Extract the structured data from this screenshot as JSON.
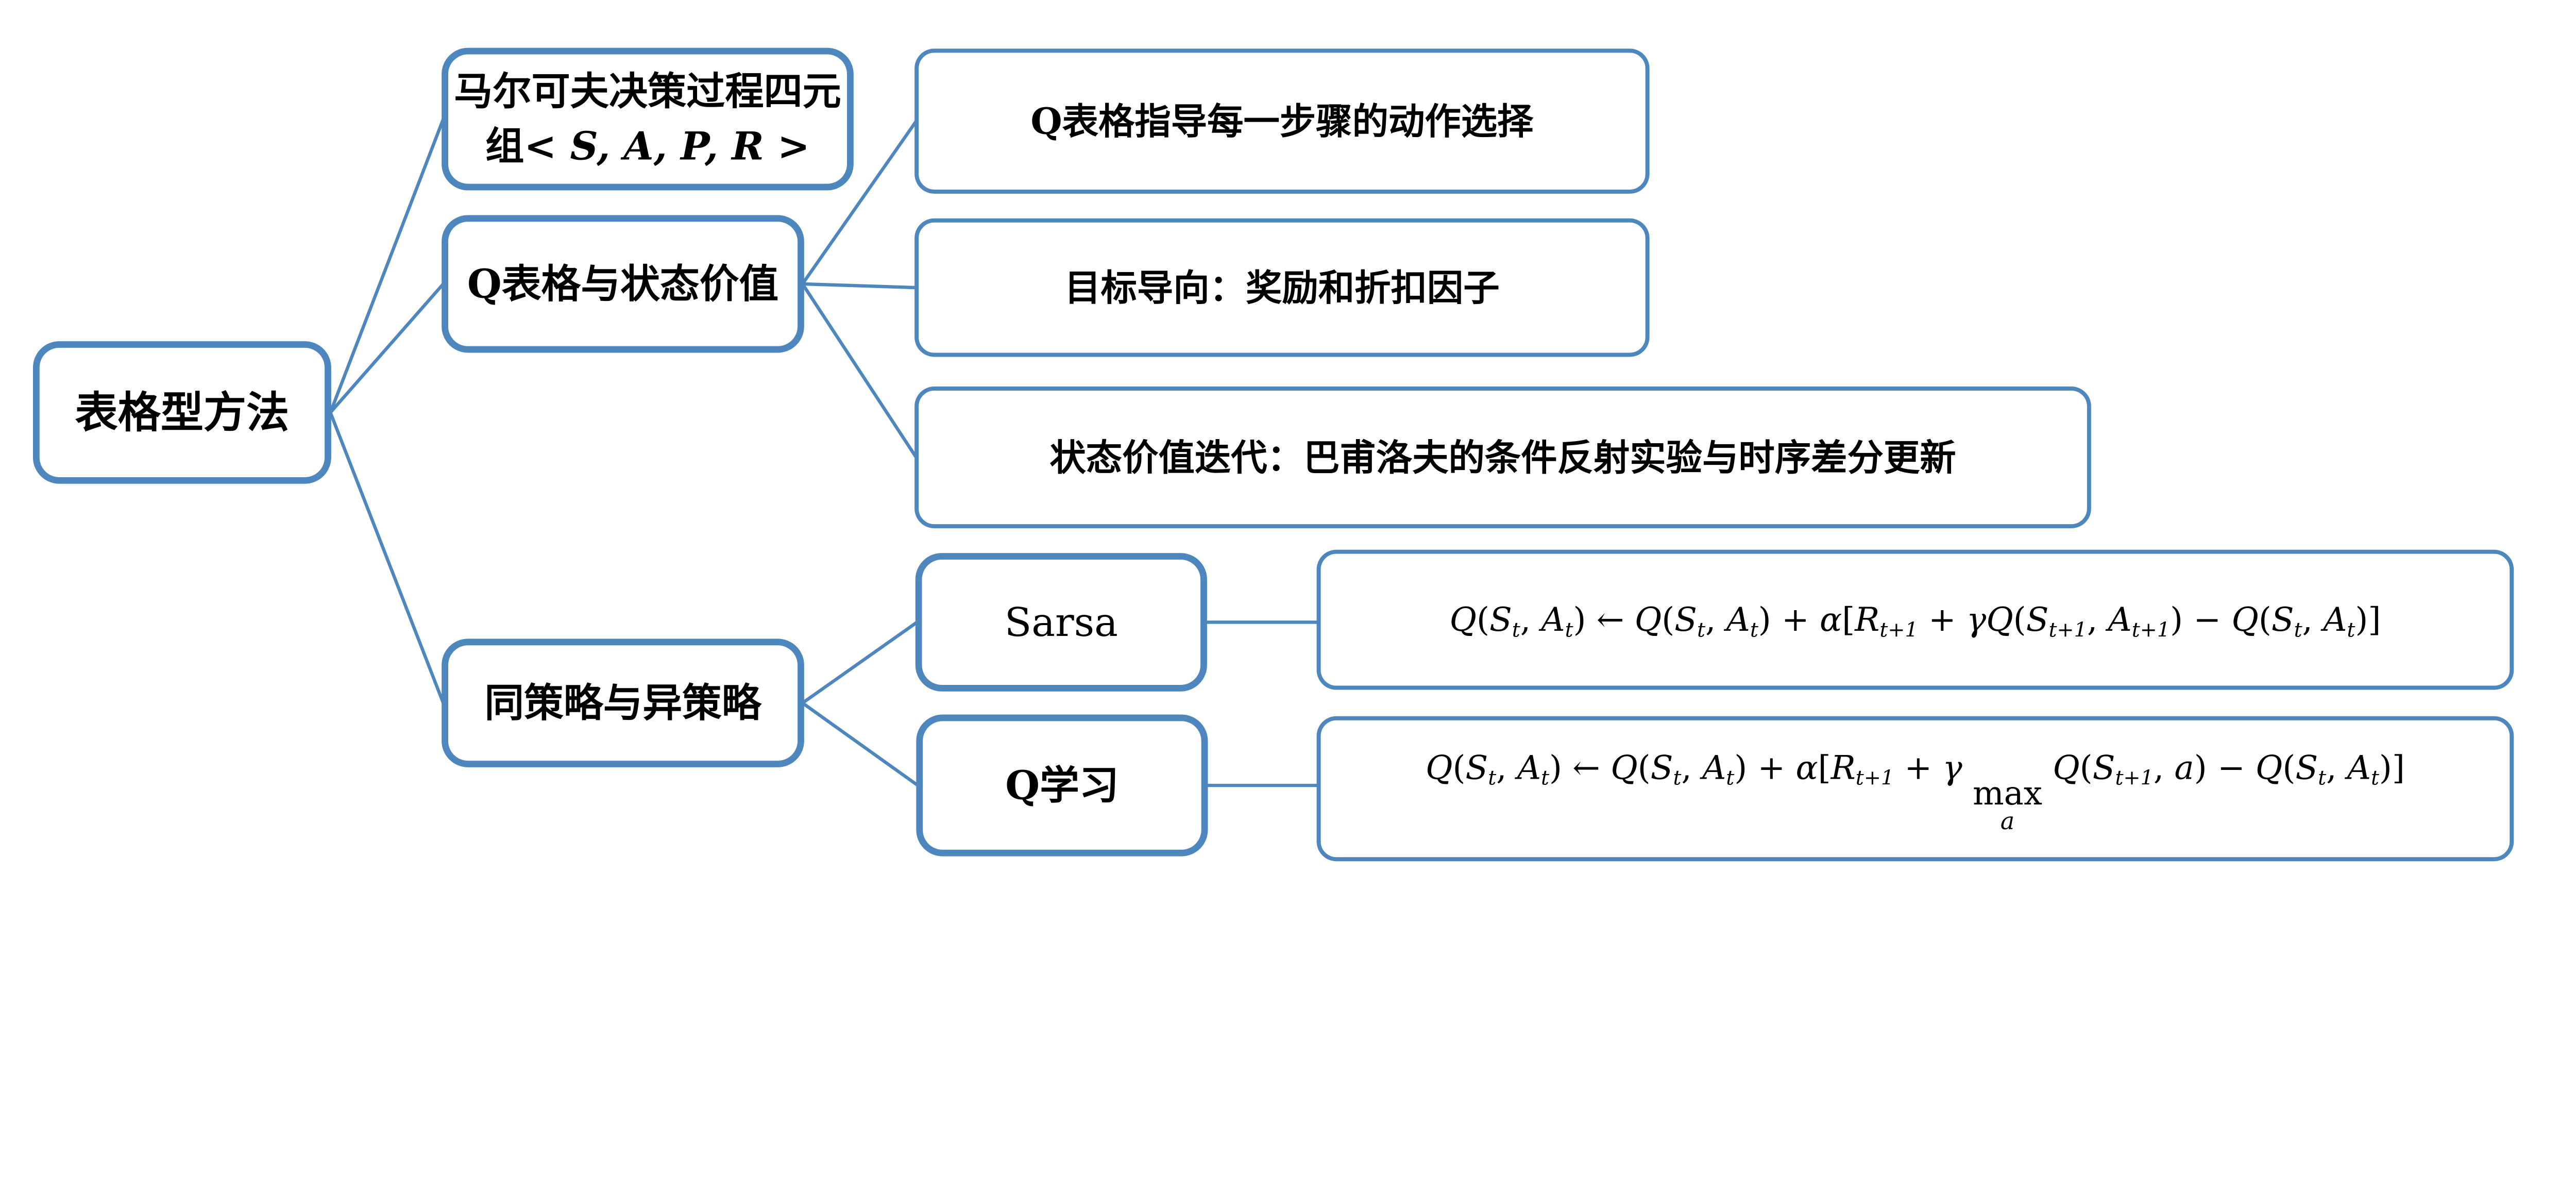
{
  "colors": {
    "node_border": "#4e86be",
    "connector": "#4e86be",
    "text": "#000000",
    "canvas_background": "#ffffff"
  },
  "nodes": {
    "root": {
      "label": "表格型方法"
    },
    "mdp": {
      "label_cn": "马尔可夫决策过程四元组",
      "label_math": "< S, A, P, R >"
    },
    "qtable": {
      "label": "Q表格与状态价值"
    },
    "policy": {
      "label": "同策略与异策略"
    },
    "qguide": {
      "label": "Q表格指导每一步骤的动作选择"
    },
    "goal": {
      "label": "目标导向：奖励和折扣因子"
    },
    "valueiter": {
      "label": "状态价值迭代：巴甫洛夫的条件反射实验与时序差分更新"
    },
    "sarsa": {
      "label": "Sarsa"
    },
    "qlearning": {
      "label": "Q学习"
    },
    "sarsa_formula": {
      "tokens": [
        {
          "i": "Q"
        },
        {
          "t": "("
        },
        {
          "i": "S"
        },
        {
          "s": "t"
        },
        {
          "t": ", "
        },
        {
          "i": "A"
        },
        {
          "s": "t"
        },
        {
          "t": ") ← "
        },
        {
          "i": "Q"
        },
        {
          "t": "("
        },
        {
          "i": "S"
        },
        {
          "s": "t"
        },
        {
          "t": ", "
        },
        {
          "i": "A"
        },
        {
          "s": "t"
        },
        {
          "t": ") + "
        },
        {
          "i": "α"
        },
        {
          "t": "["
        },
        {
          "i": "R"
        },
        {
          "s": "t+1"
        },
        {
          "t": " + "
        },
        {
          "i": "γQ"
        },
        {
          "t": "("
        },
        {
          "i": "S"
        },
        {
          "s": "t+1"
        },
        {
          "t": ", "
        },
        {
          "i": "A"
        },
        {
          "s": "t+1"
        },
        {
          "t": ") − "
        },
        {
          "i": "Q"
        },
        {
          "t": "("
        },
        {
          "i": "S"
        },
        {
          "s": "t"
        },
        {
          "t": ", "
        },
        {
          "i": "A"
        },
        {
          "s": "t"
        },
        {
          "t": ")]"
        }
      ]
    },
    "qlearning_formula": {
      "tokens": [
        {
          "i": "Q"
        },
        {
          "t": "("
        },
        {
          "i": "S"
        },
        {
          "s": "t"
        },
        {
          "t": ", "
        },
        {
          "i": "A"
        },
        {
          "s": "t"
        },
        {
          "t": ") ← "
        },
        {
          "i": "Q"
        },
        {
          "t": "("
        },
        {
          "i": "S"
        },
        {
          "s": "t"
        },
        {
          "t": ", "
        },
        {
          "i": "A"
        },
        {
          "s": "t"
        },
        {
          "t": ") + "
        },
        {
          "i": "α"
        },
        {
          "t": "["
        },
        {
          "i": "R"
        },
        {
          "s": "t+1"
        },
        {
          "t": " + "
        },
        {
          "i": "γ"
        },
        {
          "t": " "
        },
        {
          "stack": {
            "top": "max",
            "bottom": "a"
          }
        },
        {
          "t": " "
        },
        {
          "i": "Q"
        },
        {
          "t": "("
        },
        {
          "i": "S"
        },
        {
          "s": "t+1"
        },
        {
          "t": ", "
        },
        {
          "i": "a"
        },
        {
          "t": ") − "
        },
        {
          "i": "Q"
        },
        {
          "t": "("
        },
        {
          "i": "S"
        },
        {
          "s": "t"
        },
        {
          "t": ", "
        },
        {
          "i": "A"
        },
        {
          "s": "t"
        },
        {
          "t": ")]"
        }
      ]
    }
  }
}
